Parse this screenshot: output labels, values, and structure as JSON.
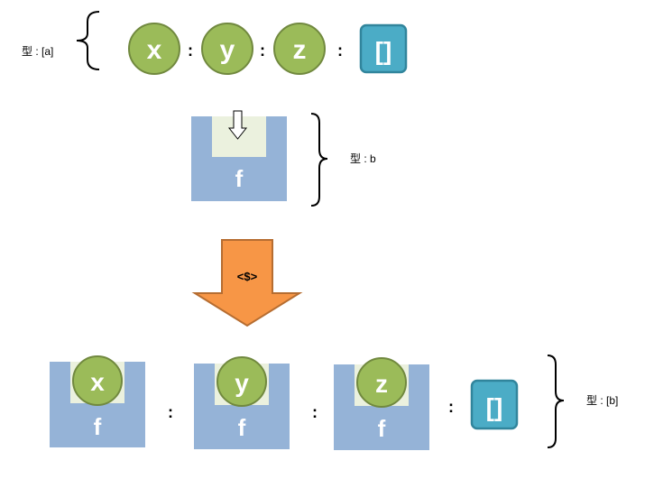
{
  "top_row": {
    "type_label": "型 : [a]",
    "elements": [
      "x",
      "y",
      "z"
    ],
    "separator": ":",
    "empty_list": "[]"
  },
  "function_box": {
    "name": "f",
    "type_label": "型 : b"
  },
  "fmap_arrow": {
    "label": "<$>"
  },
  "bottom_row": {
    "type_label": "型 : [b]",
    "boxes": [
      {
        "element": "x",
        "function": "f"
      },
      {
        "element": "y",
        "function": "f"
      },
      {
        "element": "z",
        "function": "f"
      }
    ],
    "separator": ":",
    "empty_list": "[]"
  },
  "colors": {
    "circle_fill": "#9bbb59",
    "circle_stroke": "#71893f",
    "box_fill": "#95b3d7",
    "slot_fill": "#ebf1de",
    "list_fill": "#4bacc6",
    "list_stroke": "#31859c",
    "arrow_fill": "#f79646",
    "arrow_stroke": "#b66d31"
  }
}
